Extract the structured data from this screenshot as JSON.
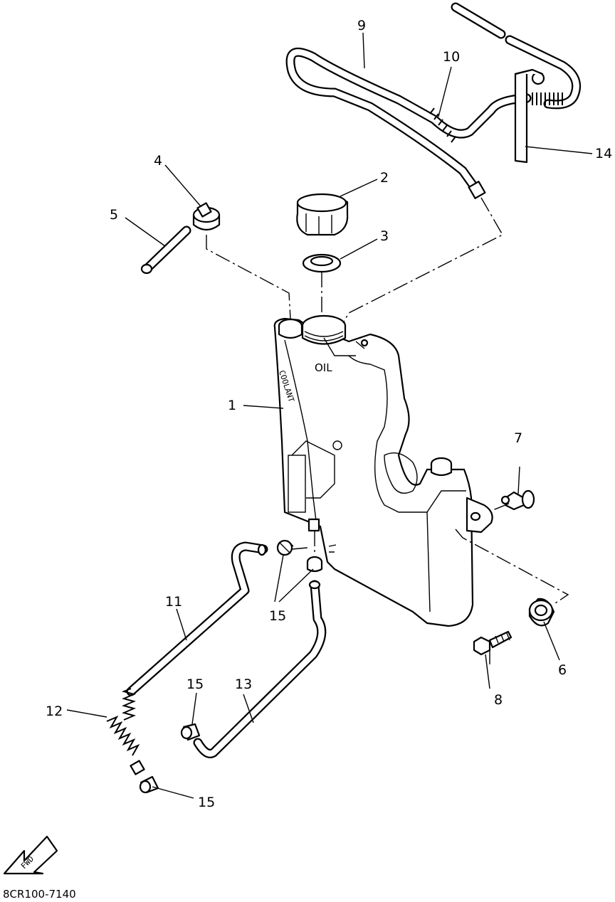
{
  "figure_code": "8CR100-7140",
  "fwd_arrow_text": "FWD",
  "tank_text_coolant": "COOLANT",
  "tank_text_oil": "OIL",
  "callouts": {
    "c1": "1",
    "c2": "2",
    "c3": "3",
    "c4": "4",
    "c5": "5",
    "c6": "6",
    "c7": "7",
    "c8": "8",
    "c9": "9",
    "c10": "10",
    "c11": "11",
    "c12": "12",
    "c13": "13",
    "c14": "14",
    "c15a": "15",
    "c15b": "15",
    "c15c": "15"
  }
}
